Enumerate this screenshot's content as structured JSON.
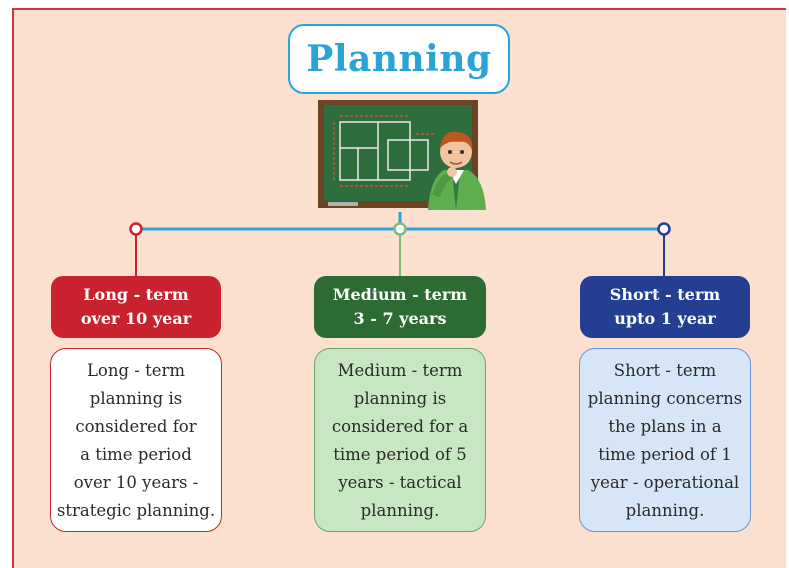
{
  "title": "Planning",
  "colors": {
    "background": "#fbe0d0",
    "frame_border": "#d1344a",
    "title_text": "#2aa3d6",
    "connector_line": "#29a6d9",
    "long_term": "#c9222f",
    "medium_term": "#2d6b35",
    "short_term": "#243f91",
    "medium_box_fill": "#c8e6c3",
    "short_box_fill": "#d6e6f6"
  },
  "illustration": "teacher-at-chalkboard-icon",
  "branches": [
    {
      "id": "long",
      "header": [
        "Long - term",
        "over 10 year"
      ],
      "description": [
        "Long - term",
        "planning is",
        "considered for",
        "a time period",
        "over 10 years -",
        "strategic planning."
      ]
    },
    {
      "id": "medium",
      "header": [
        "Medium - term",
        "3 - 7 years"
      ],
      "description": [
        "Medium - term",
        "planning is",
        "considered for a",
        "time period of 5",
        "years - tactical",
        "planning."
      ]
    },
    {
      "id": "short",
      "header": [
        "Short - term",
        "upto 1 year"
      ],
      "description": [
        "Short - term",
        "planning concerns",
        "the plans in a",
        "time period of 1",
        "year - operational",
        "planning."
      ]
    }
  ]
}
